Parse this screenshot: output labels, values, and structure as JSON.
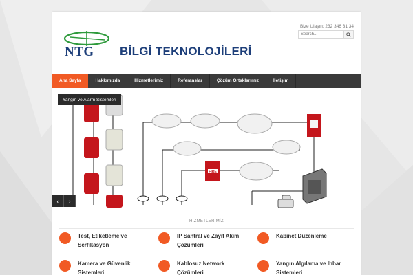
{
  "logo": {
    "mark": "NTG",
    "company": "BİLGİ TEKNOLOJİLERİ"
  },
  "header": {
    "contact": "Bize Ulaşın: 232 346 31 34",
    "search_placeholder": "Search..."
  },
  "nav": {
    "items": [
      {
        "label": "Ana Sayfa",
        "active": true
      },
      {
        "label": "Hakkımızda"
      },
      {
        "label": "Hizmetlerimiz"
      },
      {
        "label": "Referanslar"
      },
      {
        "label": "Çözüm Ortaklarımız"
      },
      {
        "label": "İletişim"
      }
    ]
  },
  "slider": {
    "caption": "Yangın ve Alarm Sistemleri",
    "prev_glyph": "‹",
    "next_glyph": "›",
    "fire_label": "FIRE"
  },
  "services": {
    "title": "HİZMETLERİMİZ",
    "items": [
      {
        "label": "Test, Etiketleme ve Serfikasyon"
      },
      {
        "label": "IP Santral ve Zayıf Akım Çözümleri"
      },
      {
        "label": "Kabinet Düzenleme"
      },
      {
        "label": "Kamera ve Güvenlik Sistemleri"
      },
      {
        "label": "Kablosuz Network Çözümleri"
      },
      {
        "label": "Yangın Algılama ve İhbar Sistemleri"
      }
    ]
  },
  "colors": {
    "accent": "#f15a24",
    "brand": "#1e3f7a",
    "nav": "#3a3a3a"
  }
}
